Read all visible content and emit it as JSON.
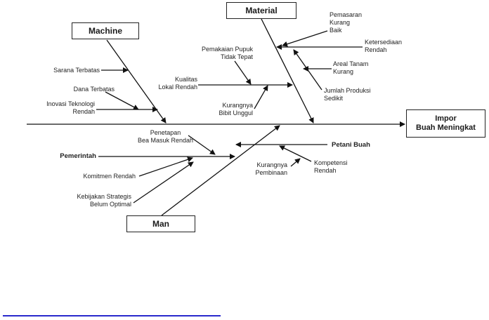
{
  "effect": {
    "line1": "Impor",
    "line2": "Buah Meningkat"
  },
  "categories": {
    "machine": "Machine",
    "material": "Material",
    "man": "Man"
  },
  "causes": {
    "sarana": "Sarana Terbatas",
    "dana": "Dana Terbatas",
    "inovasi1": "Inovasi Teknologi",
    "inovasi2": "Rendah",
    "pupuk1": "Pemakaian Pupuk",
    "pupuk2": "Tidak Tepat",
    "kualitas1": "Kualitas",
    "kualitas2": "Lokal Rendah",
    "bibit1": "Kurangnya",
    "bibit2": "Bibit Unggul",
    "pemasaran1": "Pemasaran",
    "pemasaran2": "Kurang",
    "pemasaran3": "Baik",
    "ketersediaan1": "Ketersediaan",
    "ketersediaan2": "Rendah",
    "areal1": "Areal Tanam",
    "areal2": "Kurang",
    "jumlah1": "Jumlah Produksi",
    "jumlah2": "Sedikit",
    "penetapan1": "Penetapan",
    "penetapan2": "Bea Masuk Rendah",
    "pemerintah": "Pemerintah",
    "komitmen": "Komitmen Rendah",
    "kebijakan1": "Kebijakan Strategis",
    "kebijakan2": "Belum Optimal",
    "petani": "Petani Buah",
    "kompetensi1": "Kompetensi",
    "kompetensi2": "Rendah",
    "pembinaan1": "Kurangnya",
    "pembinaan2": "Pembinaan"
  }
}
